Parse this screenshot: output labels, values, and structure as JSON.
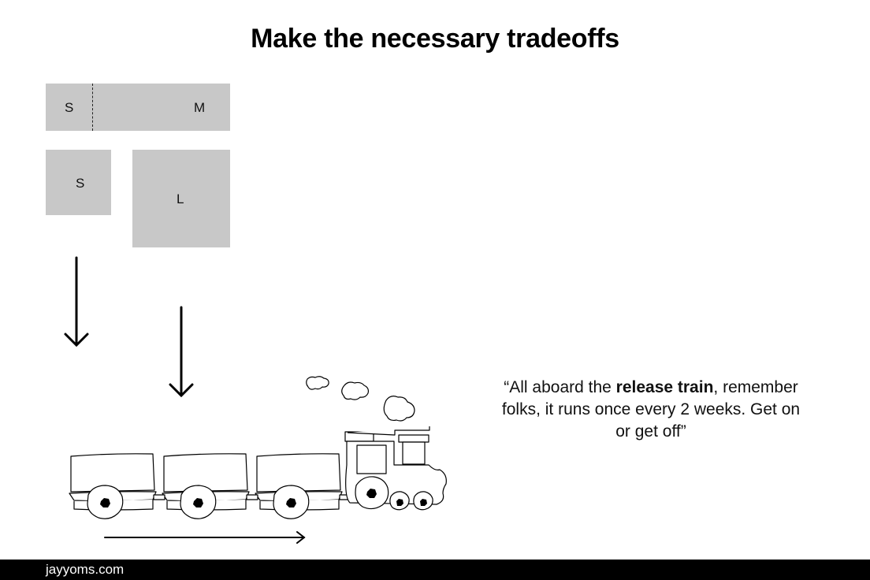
{
  "title": "Make the necessary tradeoffs",
  "boxes": {
    "top_row": {
      "left_label": "S",
      "right_label": "M"
    },
    "bottom_left_label": "S",
    "bottom_right_label": "L"
  },
  "quote": {
    "open": "“All aboard the ",
    "bold": "release train",
    "close": ", remember folks, it runs once every 2 weeks. Get on or get off”"
  },
  "footer": {
    "site": "jayyoms.com"
  },
  "colors": {
    "box_fill": "#c8c8c8",
    "footer_bg": "#000000"
  },
  "icons": [
    "down-arrow-icon",
    "train-icon",
    "smoke-icon",
    "right-arrow-icon"
  ]
}
